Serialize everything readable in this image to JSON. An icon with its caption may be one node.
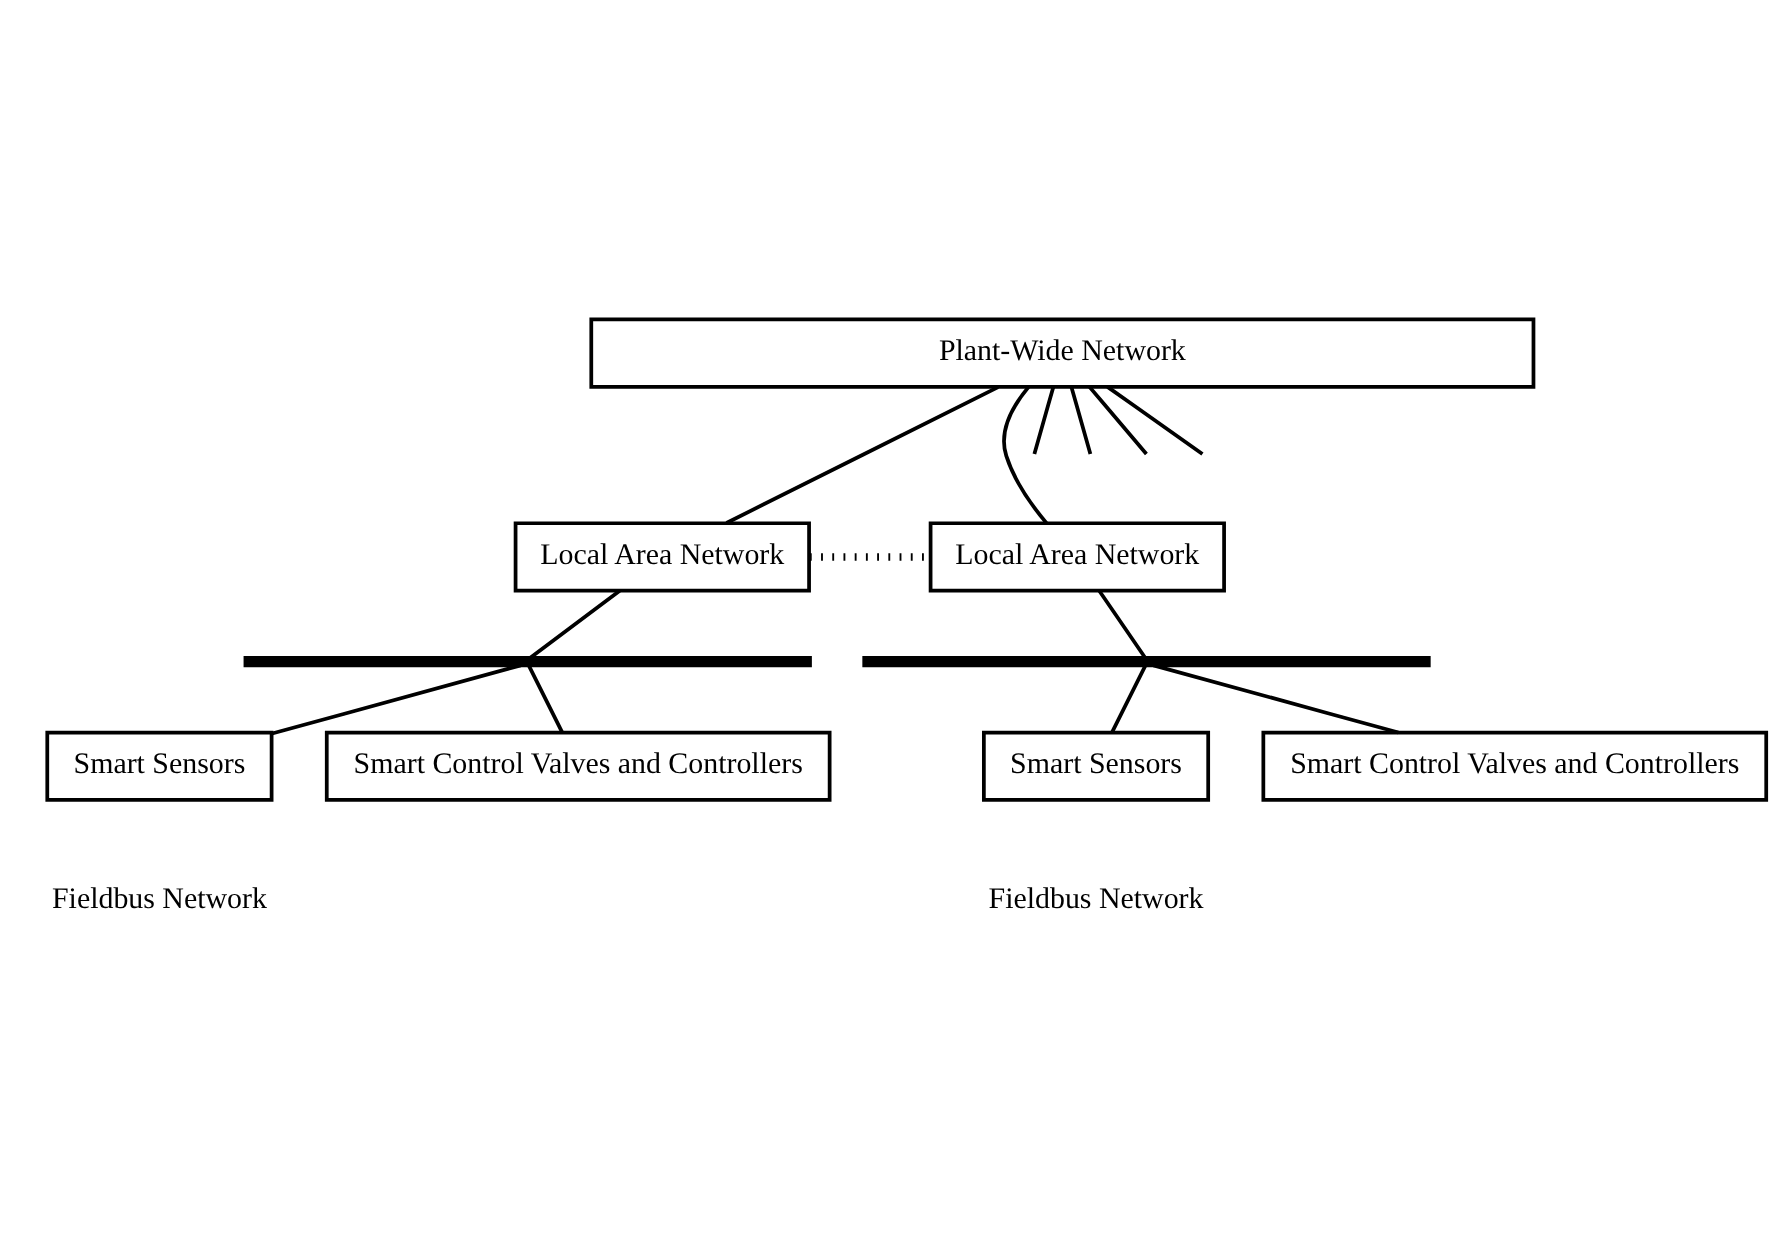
{
  "diagram": {
    "nodes": [
      {
        "text": [
          "Plant-Wide Network"
        ]
      },
      {
        "text": [
          "Local Area Network"
        ]
      },
      {
        "text": [
          "Local Area Network"
        ]
      },
      {
        "text": [],
        "shape": "bar"
      },
      {
        "text": [
          "Smart Sensors"
        ]
      },
      {
        "text": [
          "Smart Control Valves and Controllers"
        ]
      },
      {
        "text": [],
        "shape": "bar"
      },
      {
        "text": [
          "Smart Sensors"
        ]
      },
      {
        "text": [
          "Smart Control Valves and Controllers"
        ]
      }
    ],
    "edges": [
      {
        "from": 0,
        "to": 1,
        "arrow": "none"
      },
      {
        "from": 0,
        "to": null,
        "arrow": "none"
      },
      {
        "from": 0,
        "to": null,
        "arrow": "none"
      },
      {
        "from": 0,
        "to": null,
        "arrow": "none"
      },
      {
        "from": 0,
        "to": null,
        "arrow": "none"
      },
      {
        "from": 0,
        "to": 2,
        "arrow": "none"
      },
      {
        "from": 1,
        "to": 2,
        "arrow": "none",
        "style": "dashed"
      },
      {
        "from": 1,
        "to": 3,
        "arrow": "none"
      },
      {
        "from": 3,
        "to": 4,
        "arrow": "none"
      },
      {
        "from": 3,
        "to": 5,
        "arrow": "none"
      },
      {
        "from": 2,
        "to": 6,
        "arrow": "none"
      },
      {
        "from": 6,
        "to": 7,
        "arrow": "none"
      },
      {
        "from": 6,
        "to": 8,
        "arrow": "none"
      }
    ],
    "labels": [
      "Fieldbus Network",
      "Fieldbus Network"
    ]
  }
}
